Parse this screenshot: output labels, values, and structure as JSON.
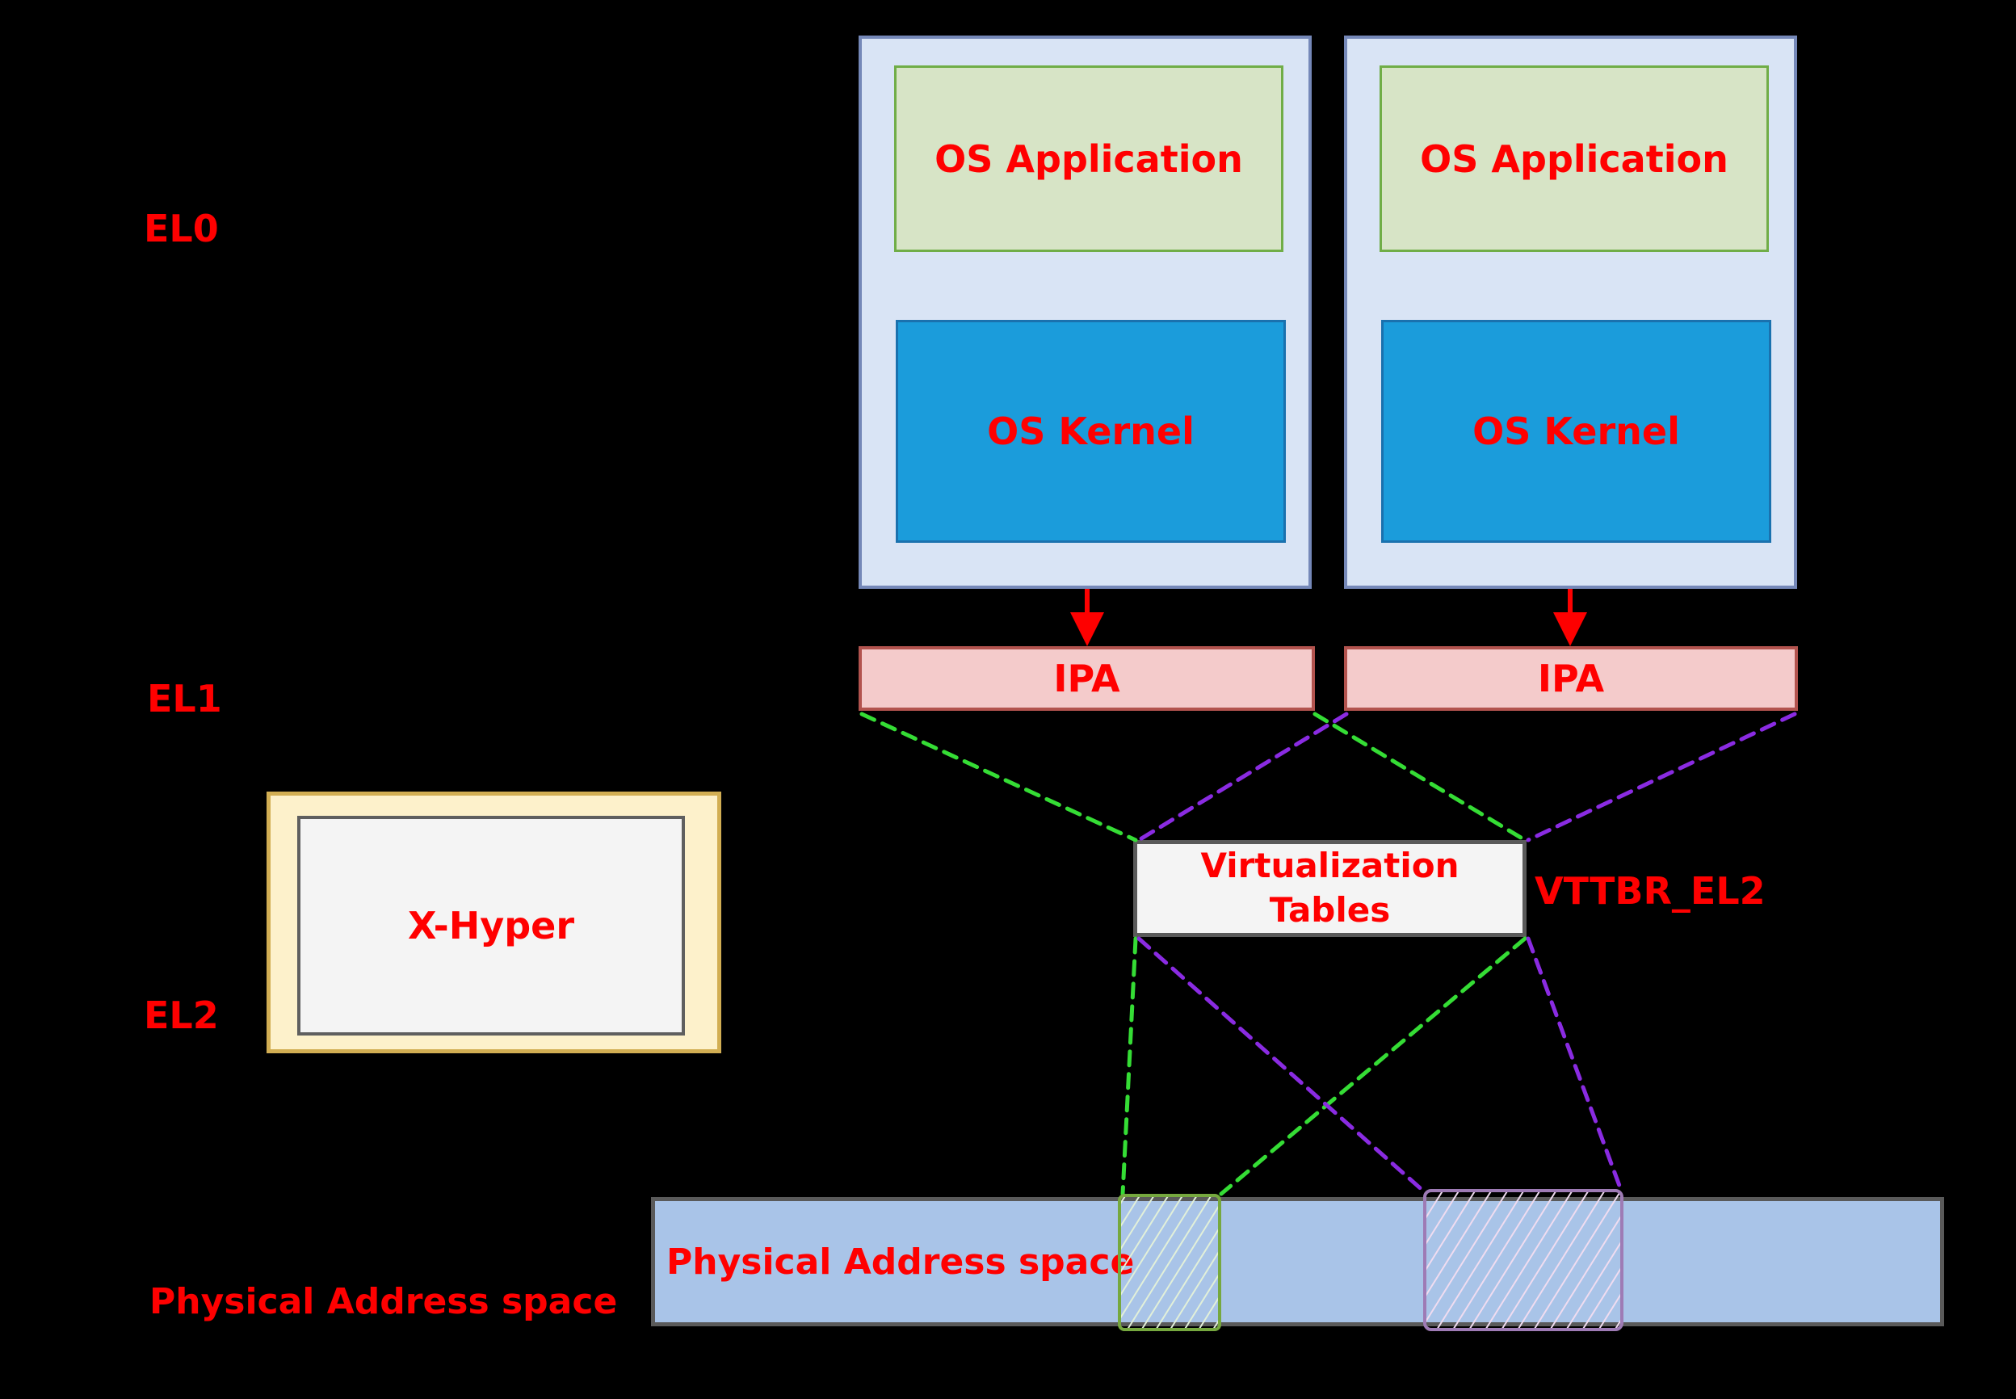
{
  "levels": {
    "el0": "EL0",
    "el1": "EL1",
    "el2": "EL2"
  },
  "vms": [
    {
      "app": "OS Application",
      "kernel": "OS Kernel",
      "ipa": "IPA"
    },
    {
      "app": "OS Application",
      "kernel": "OS Kernel",
      "ipa": "IPA"
    }
  ],
  "tables": {
    "line1": "Virtualization",
    "line2": "Tables"
  },
  "registers": {
    "vttbr": "VTTBR_EL2"
  },
  "hypervisor": {
    "name": "X-Hyper"
  },
  "physical": {
    "bar_text": "Physical Address space",
    "axis_label": "Physical Address space"
  },
  "colors": {
    "background": "#000000",
    "text_red": "#ff0000",
    "arrow_red": "#fe0000",
    "dash_green": "#35dd35",
    "dash_purple": "#8a2be2",
    "vm_fill": "#d9e4f5",
    "vm_border": "#7588b8",
    "app_fill": "#d7e4c6",
    "app_border": "#70ad47",
    "kernel_fill": "#1b9cdb",
    "kernel_border": "#1a71ae",
    "ipa_fill": "#f4cbcb",
    "ipa_border": "#b2534e",
    "vt_fill": "#f4f4f4",
    "vt_border": "#5a5a5a",
    "hyper_outer_fill": "#fdf1cb",
    "hyper_outer_border": "#d2ae53",
    "hyper_inner_fill": "#f4f4f4",
    "hyper_inner_border": "#5f5f5f",
    "bar_fill": "#a9c4e8",
    "bar_border": "#5a5a5a",
    "hatch_green_border": "#76a83f",
    "hatch_green_line": "#e2f0d9",
    "hatch_purple_border": "#9e7bb5",
    "hatch_purple_line": "#f0dcf0"
  }
}
